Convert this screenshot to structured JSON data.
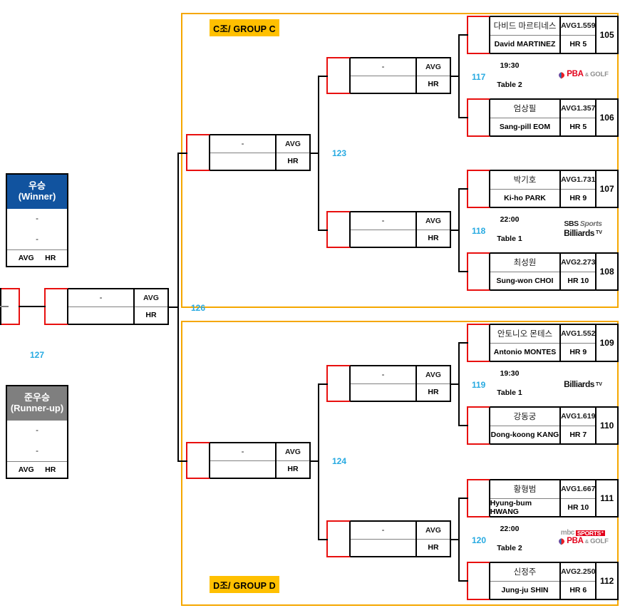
{
  "groups": [
    {
      "id": "C",
      "label": "C조/ GROUP C"
    },
    {
      "id": "D",
      "label": "D조/ GROUP D"
    }
  ],
  "podium": {
    "winner": {
      "title_kr": "우승",
      "title_en": "(Winner)",
      "row1": "-",
      "row2": "-",
      "avg": "AVG",
      "hr": "HR",
      "color": "#11539F"
    },
    "runnerup": {
      "title_kr": "준우승",
      "title_en": "(Runner-up)",
      "row1": "-",
      "row2": "-",
      "avg": "AVG",
      "hr": "HR",
      "color": "#7F7F7F"
    }
  },
  "placeholder": {
    "dash": "-",
    "avg": "AVG",
    "hr": "HR"
  },
  "matches": [
    {
      "no": "117",
      "time": "19:30",
      "table": "Table 2",
      "broadcasters": [
        "pba-golf"
      ],
      "players": [
        {
          "seat": "105",
          "name_kr": "다비드 마르티네스",
          "name_en": "David MARTINEZ",
          "avg": "AVG1.559",
          "hr": "HR 5"
        },
        {
          "seat": "106",
          "name_kr": "엄상필",
          "name_en": "Sang-pill EOM",
          "avg": "AVG1.357",
          "hr": "HR 5"
        }
      ]
    },
    {
      "no": "118",
      "time": "22:00",
      "table": "Table 1",
      "broadcasters": [
        "sbs-billiards"
      ],
      "players": [
        {
          "seat": "107",
          "name_kr": "박기호",
          "name_en": "Ki-ho PARK",
          "avg": "AVG1.731",
          "hr": "HR 9"
        },
        {
          "seat": "108",
          "name_kr": "최성원",
          "name_en": "Sung-won CHOI",
          "avg": "AVG2.273",
          "hr": "HR 10"
        }
      ]
    },
    {
      "no": "119",
      "time": "19:30",
      "table": "Table 1",
      "broadcasters": [
        "billiards"
      ],
      "players": [
        {
          "seat": "109",
          "name_kr": "안토니오 몬테스",
          "name_en": "Antonio MONTES",
          "avg": "AVG1.552",
          "hr": "HR 9"
        },
        {
          "seat": "110",
          "name_kr": "강동궁",
          "name_en": "Dong-koong KANG",
          "avg": "AVG1.619",
          "hr": "HR 7"
        }
      ]
    },
    {
      "no": "120",
      "time": "22:00",
      "table": "Table 2",
      "broadcasters": [
        "mbc-sports",
        "pba-golf"
      ],
      "players": [
        {
          "seat": "111",
          "name_kr": "황형범",
          "name_en": "Hyung-bum HWANG",
          "avg": "AVG1.667",
          "hr": "HR 10"
        },
        {
          "seat": "112",
          "name_kr": "신정주",
          "name_en": "Jung-ju SHIN",
          "avg": "AVG2.250",
          "hr": "HR 6"
        }
      ]
    }
  ],
  "later_rounds": [
    {
      "no": "123",
      "dash": "-",
      "avg": "AVG",
      "hr": "HR"
    },
    {
      "no": "124",
      "dash": "-",
      "avg": "AVG",
      "hr": "HR"
    },
    {
      "no": "126",
      "dash": "-",
      "avg": "AVG",
      "hr": "HR"
    },
    {
      "no": "127"
    }
  ],
  "logo_text": {
    "pba": "PBA",
    "amp": "&",
    "golf": "GOLF",
    "mbc": "mbc",
    "sports_plus": "SPORTS⁺",
    "sbs": "SBS",
    "sbs_sports": "Sports",
    "billiards": "Billiards",
    "tv": "TV"
  }
}
